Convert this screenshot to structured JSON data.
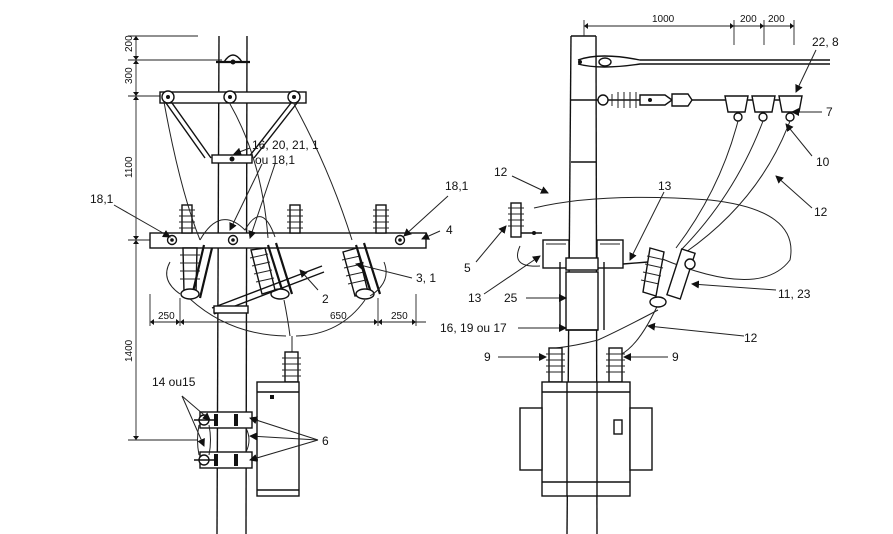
{
  "left_view": {
    "dimensions_vertical": [
      "200",
      "300",
      "1100",
      "1400"
    ],
    "dimensions_horizontal": [
      "250",
      "650",
      "250"
    ],
    "callouts": {
      "c16": "16, 20, 21, 1",
      "c18_1_b": "ou 18,1",
      "c18_1_left": "18,1",
      "c18_1_right": "18,1",
      "c4": "4",
      "c2": "2",
      "c3": "3, 1",
      "c14": "14 ou15",
      "c6": "6"
    }
  },
  "right_view": {
    "dimensions_horizontal": [
      "1000",
      "200",
      "200"
    ],
    "callouts": {
      "c22": "22, 8",
      "c7": "7",
      "c10": "10",
      "c12_top": "12",
      "c12_right": "12",
      "c12_lower": "12",
      "c13_top": "13",
      "c13_left": "13",
      "c5": "5",
      "c25": "25",
      "c16": "16, 19 ou 17",
      "c11": "11, 23",
      "c9_left": "9",
      "c9_right": "9"
    }
  }
}
